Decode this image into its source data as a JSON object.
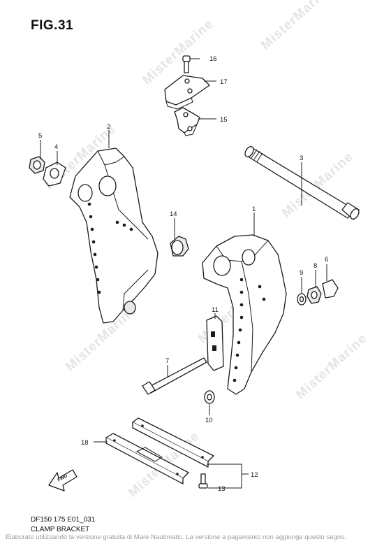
{
  "figure_label": "FIG.31",
  "model_code": "DF150 175 E01_031",
  "title": "CLAMP BRACKET",
  "watermark_text": "MisterMarine",
  "footer_note": "Elaborato utilizzando la versione gratuita di Mare Nautimatic. La versione a pagamento non aggiunge questo segno.",
  "fwd_label": "FWD",
  "callouts": [
    "1",
    "2",
    "3",
    "4",
    "5",
    "6",
    "7",
    "8",
    "9",
    "10",
    "11",
    "12",
    "13",
    "14",
    "15",
    "16",
    "17",
    "18"
  ]
}
